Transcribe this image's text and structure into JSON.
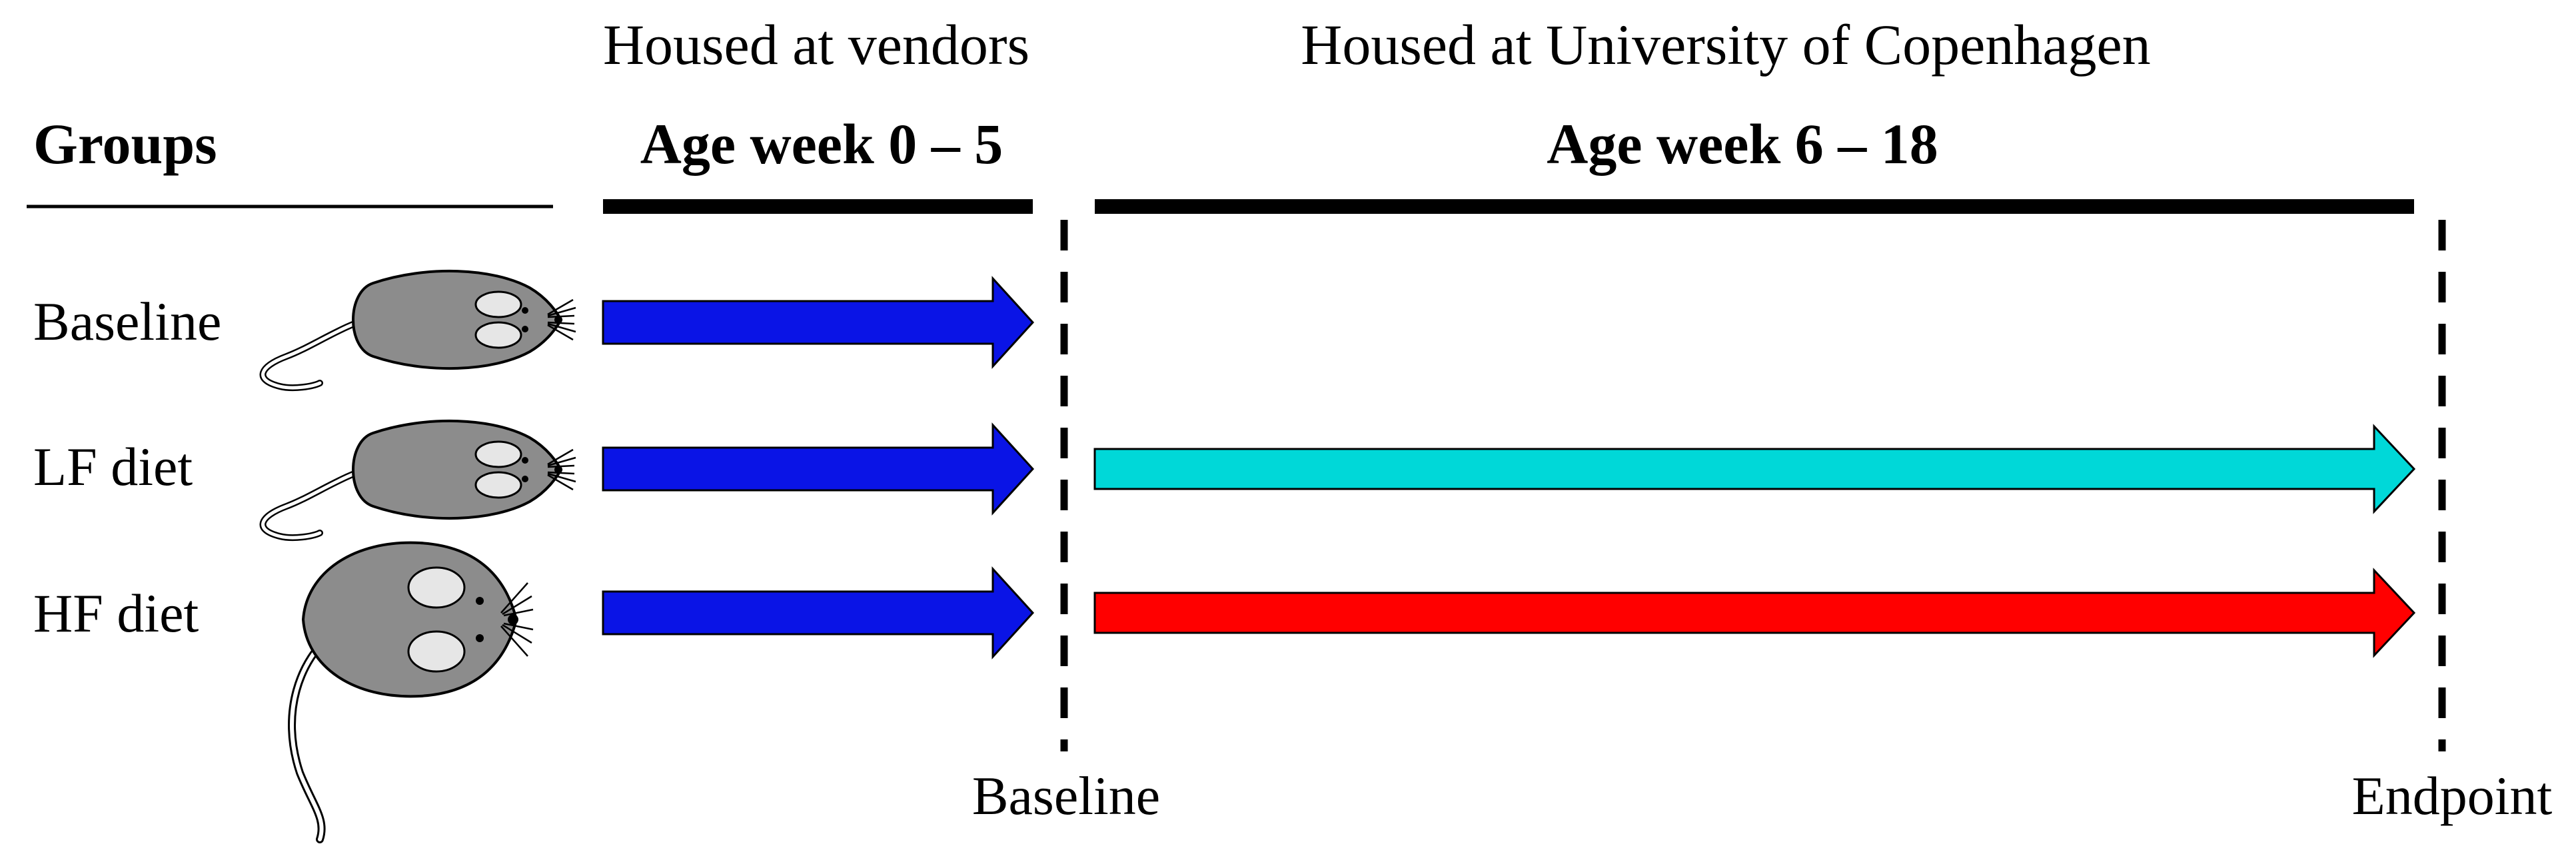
{
  "header": {
    "vendor_housing": "Housed at vendors",
    "university_housing": "Housed at University of Copenhagen",
    "groups_label": "Groups",
    "period_vendor": "Age week 0 – 5",
    "period_university": "Age week 6 – 18"
  },
  "groups": [
    {
      "label": "Baseline",
      "mouse_icon": "lean-mouse-icon",
      "vendor_arrow_color": "#0a14e6",
      "study_arrow_color": null
    },
    {
      "label": "LF diet",
      "mouse_icon": "lean-mouse-icon",
      "vendor_arrow_color": "#0a14e6",
      "study_arrow_color": "#00d8d8"
    },
    {
      "label": "HF diet",
      "mouse_icon": "obese-mouse-icon",
      "vendor_arrow_color": "#0a14e6",
      "study_arrow_color": "#ff0000"
    }
  ],
  "timepoints": {
    "baseline": "Baseline",
    "endpoint": "Endpoint"
  },
  "colors": {
    "vendor_arrow": "#0a14e6",
    "lf_arrow": "#00d8d8",
    "hf_arrow": "#ff0000",
    "mouse_body": "#8c8c8c",
    "line": "#000000"
  }
}
